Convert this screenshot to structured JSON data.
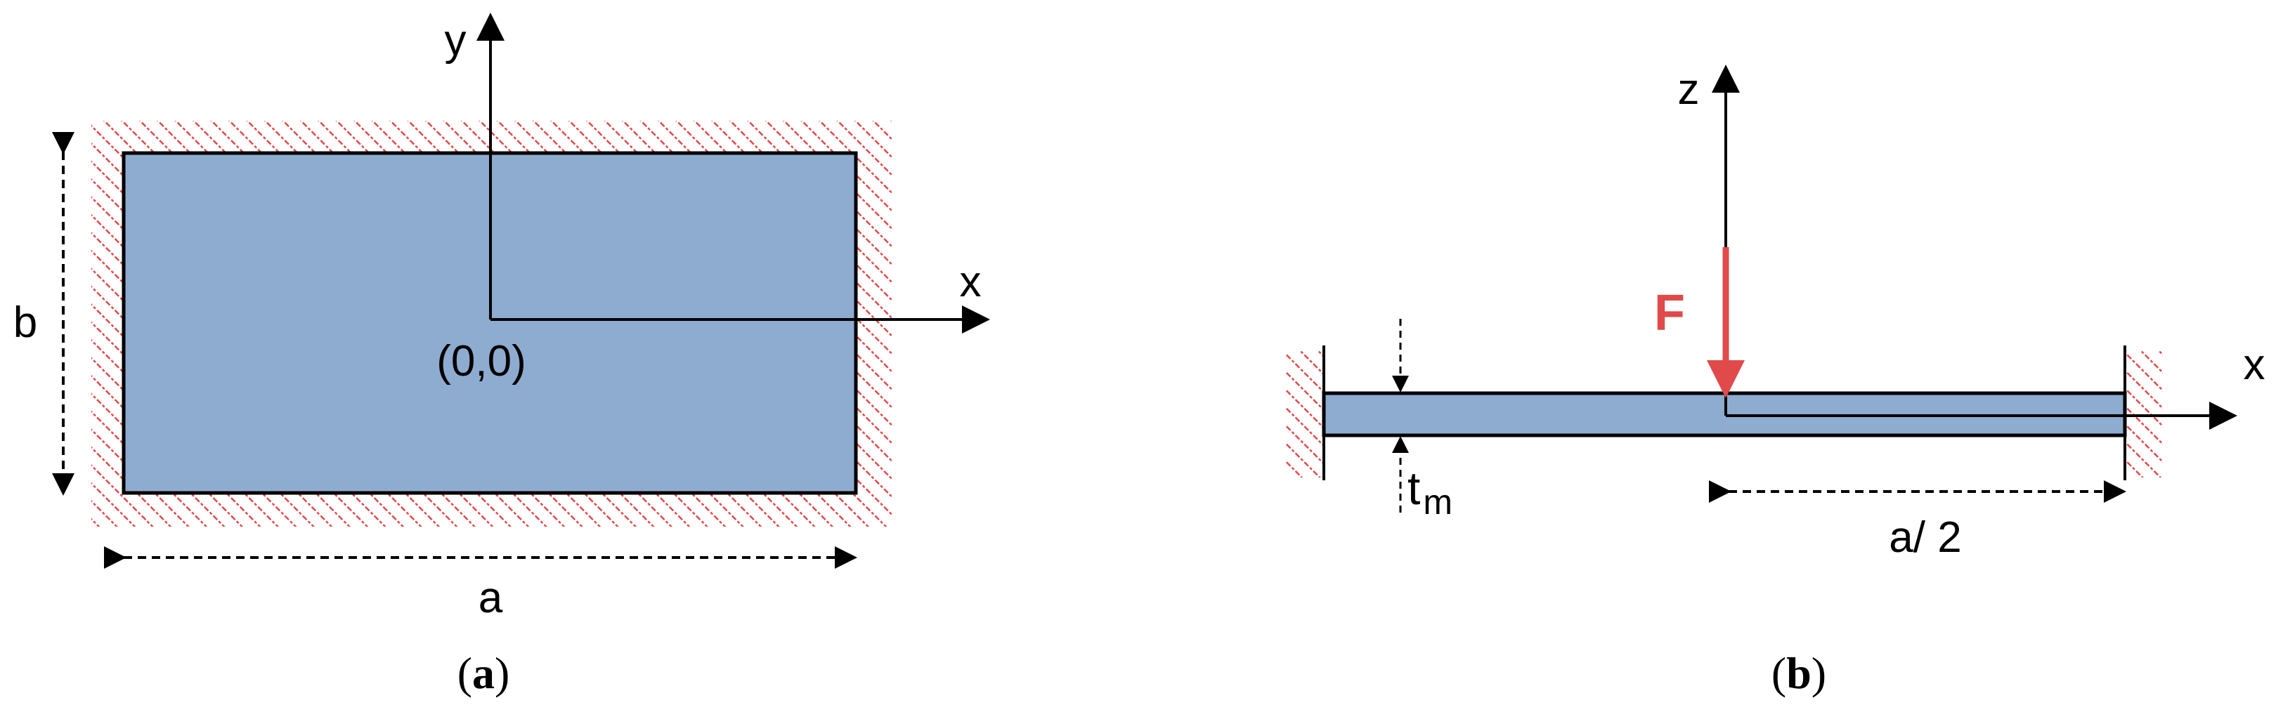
{
  "colors": {
    "plate_fill": "#8EABD0",
    "hatch": "#E04A4A",
    "force": "#E04A4A",
    "line": "#000000"
  },
  "panel_a": {
    "axis_y": "y",
    "axis_x": "x",
    "origin": "(0,0)",
    "dim_width": "a",
    "dim_height": "b",
    "caption_open": "(",
    "caption_letter": "a",
    "caption_close": ")"
  },
  "panel_b": {
    "axis_z": "z",
    "axis_x": "x",
    "force": "F",
    "thickness_symbol": "t",
    "thickness_subscript": "m",
    "dim_half_width": "a/ 2",
    "caption_open": "(",
    "caption_letter": "b",
    "caption_close": ")"
  }
}
